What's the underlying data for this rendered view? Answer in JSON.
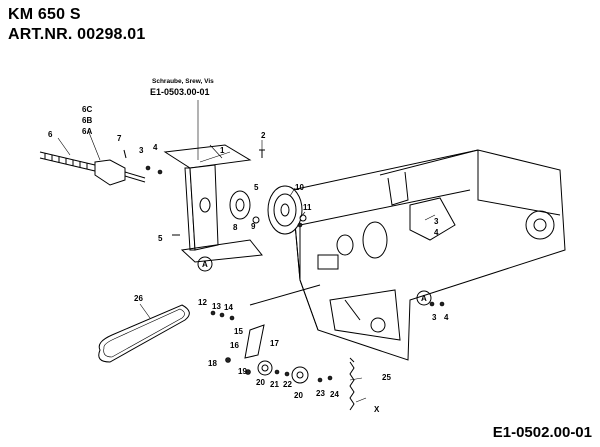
{
  "header": {
    "model": "KM 650 S",
    "art_nr": "ART.NR. 00298.01"
  },
  "reference": {
    "screw_note": "Schraube, Srew, Vis",
    "screw_ref": "E1-0503.00-01"
  },
  "drawing_number": "E1-0502.00-01",
  "callouts": {
    "c1": "1",
    "c2": "2",
    "c3a": "3",
    "c3b": "3",
    "c3c": "3",
    "c4a": "4",
    "c4b": "4",
    "c4c": "4",
    "c5a": "5",
    "c5b": "5",
    "c6": "6",
    "c6a": "6A",
    "c6b": "6B",
    "c6c": "6C",
    "c7": "7",
    "c8": "8",
    "c9": "9",
    "c10": "10",
    "c11": "11",
    "c12": "12",
    "c13": "13",
    "c14": "14",
    "c15": "15",
    "c16": "16",
    "c17": "17",
    "c18": "18",
    "c19": "19",
    "c20a": "20",
    "c20b": "20",
    "c21": "21",
    "c22": "22",
    "c23": "23",
    "c24": "24",
    "c25": "25",
    "c26": "26",
    "cx": "X",
    "ca1": "A",
    "ca2": "A"
  }
}
